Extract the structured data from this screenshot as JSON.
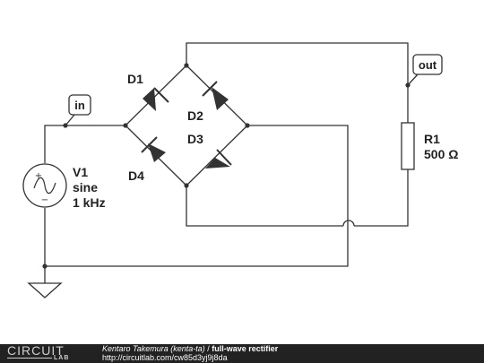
{
  "schematic": {
    "nodes": {
      "input": "in",
      "output": "out"
    },
    "source": {
      "name": "V1",
      "type": "sine",
      "frequency": "1 kHz",
      "plus": "+",
      "minus": "−"
    },
    "resistor": {
      "name": "R1",
      "value": "500 Ω"
    },
    "diodes": {
      "d1": "D1",
      "d2": "D2",
      "d3": "D3",
      "d4": "D4"
    }
  },
  "footer": {
    "logo_main": "CIRCUIT",
    "logo_sub": "LAB",
    "author": "Kentaro Takemura (kenta-ta)",
    "separator": " / ",
    "title": "full-wave rectifier",
    "url": "http://circuitlab.com/cw85d3yj9j8da"
  },
  "colors": {
    "wire": "#333333",
    "footer_bg": "#222222",
    "footer_text": "#ffffff"
  }
}
